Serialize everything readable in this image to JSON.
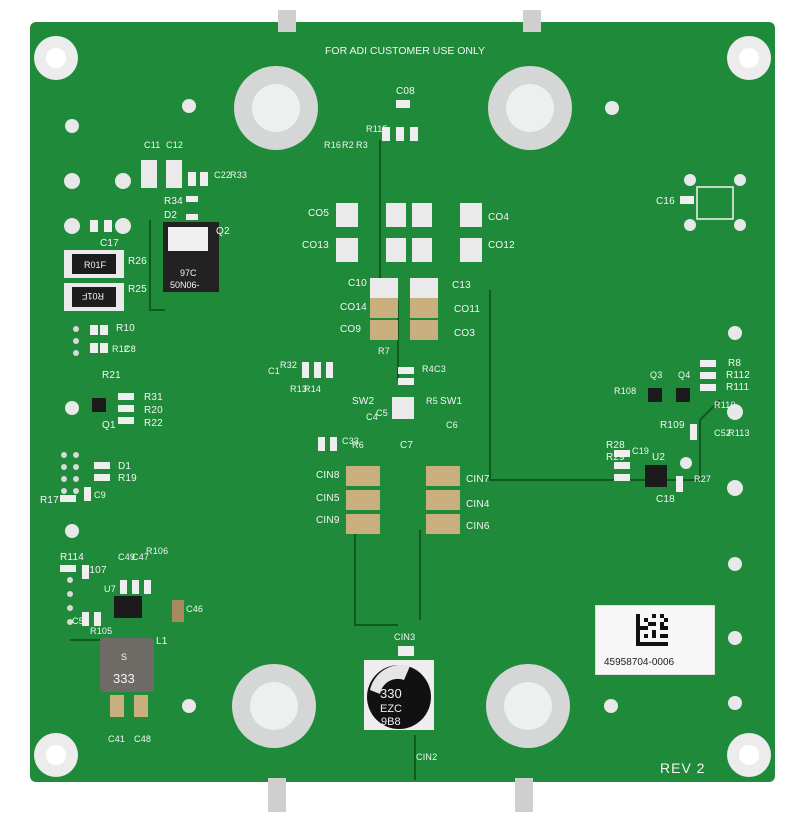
{
  "board": {
    "header_text": "FOR ADI CUSTOMER USE ONLY",
    "revision": "REV 2",
    "barcode_number": "45958704-0006",
    "colors": {
      "pcb": "#1f8a3a",
      "silk": "#f4f4f4",
      "pad": "#d9d9d9",
      "trace": "#0e5a1f"
    }
  },
  "inductor_marks": {
    "l1_body": "333",
    "l1_sub": "S"
  },
  "capacitor_can": {
    "line1": "330",
    "line2": "EZC",
    "line3": "9B8"
  },
  "chips": {
    "q2_mark_1": "50N06-",
    "q2_mark_2": "97C",
    "resistor_mark": "R01F"
  },
  "designators": {
    "c08": "C08",
    "r16": "R16",
    "r2": "R2",
    "r3": "R3",
    "r115": "R115",
    "c11": "C11",
    "c12": "C12",
    "c22": "C22",
    "r33": "R33",
    "r34": "R34",
    "d2": "D2",
    "q2": "Q2",
    "c17": "C17",
    "r26": "R26",
    "r25": "R25",
    "co5": "CO5",
    "co13": "CO13",
    "co4": "CO4",
    "co12": "CO12",
    "c10": "C10",
    "c13": "C13",
    "co14": "CO14",
    "co11": "CO11",
    "co9": "CO9",
    "co3": "CO3",
    "c16": "C16",
    "r10": "R10",
    "r12": "R12",
    "c8": "C8",
    "r21": "R21",
    "r31": "R31",
    "r20": "R20",
    "r22": "R22",
    "q1": "Q1",
    "d1": "D1",
    "r19": "R19",
    "r17": "R17",
    "c9": "C9",
    "c1": "C1",
    "r32": "R32",
    "r13": "R13",
    "r14": "R14",
    "r7": "R7",
    "r4": "R4",
    "c3": "C3",
    "r5": "R5",
    "sw2": "SW2",
    "sw1": "SW1",
    "c4": "C4",
    "c5": "C5",
    "c6": "C6",
    "c7": "C7",
    "c33": "C33",
    "r6": "R6",
    "cin8": "CIN8",
    "cin5": "CIN5",
    "cin9": "CIN9",
    "cin7": "CIN7",
    "cin4": "CIN4",
    "cin6": "CIN6",
    "r8": "R8",
    "r112": "R112",
    "r111": "R111",
    "r108": "R108",
    "q3": "Q3",
    "q4": "Q4",
    "r110": "R110",
    "r109": "R109",
    "c52": "C52",
    "r113": "R113",
    "r28": "R28",
    "r29": "R29",
    "c19": "C19",
    "u2": "U2",
    "c18": "C18",
    "r27": "R27",
    "r114": "R114",
    "r107": "R107",
    "c49": "C49",
    "c47": "C47",
    "r106": "R106",
    "u7": "U7",
    "c46": "C46",
    "c51": "C51",
    "r105": "R105",
    "l1": "L1",
    "c41": "C41",
    "c48": "C48",
    "cin3": "CIN3",
    "cin2": "CIN2"
  }
}
